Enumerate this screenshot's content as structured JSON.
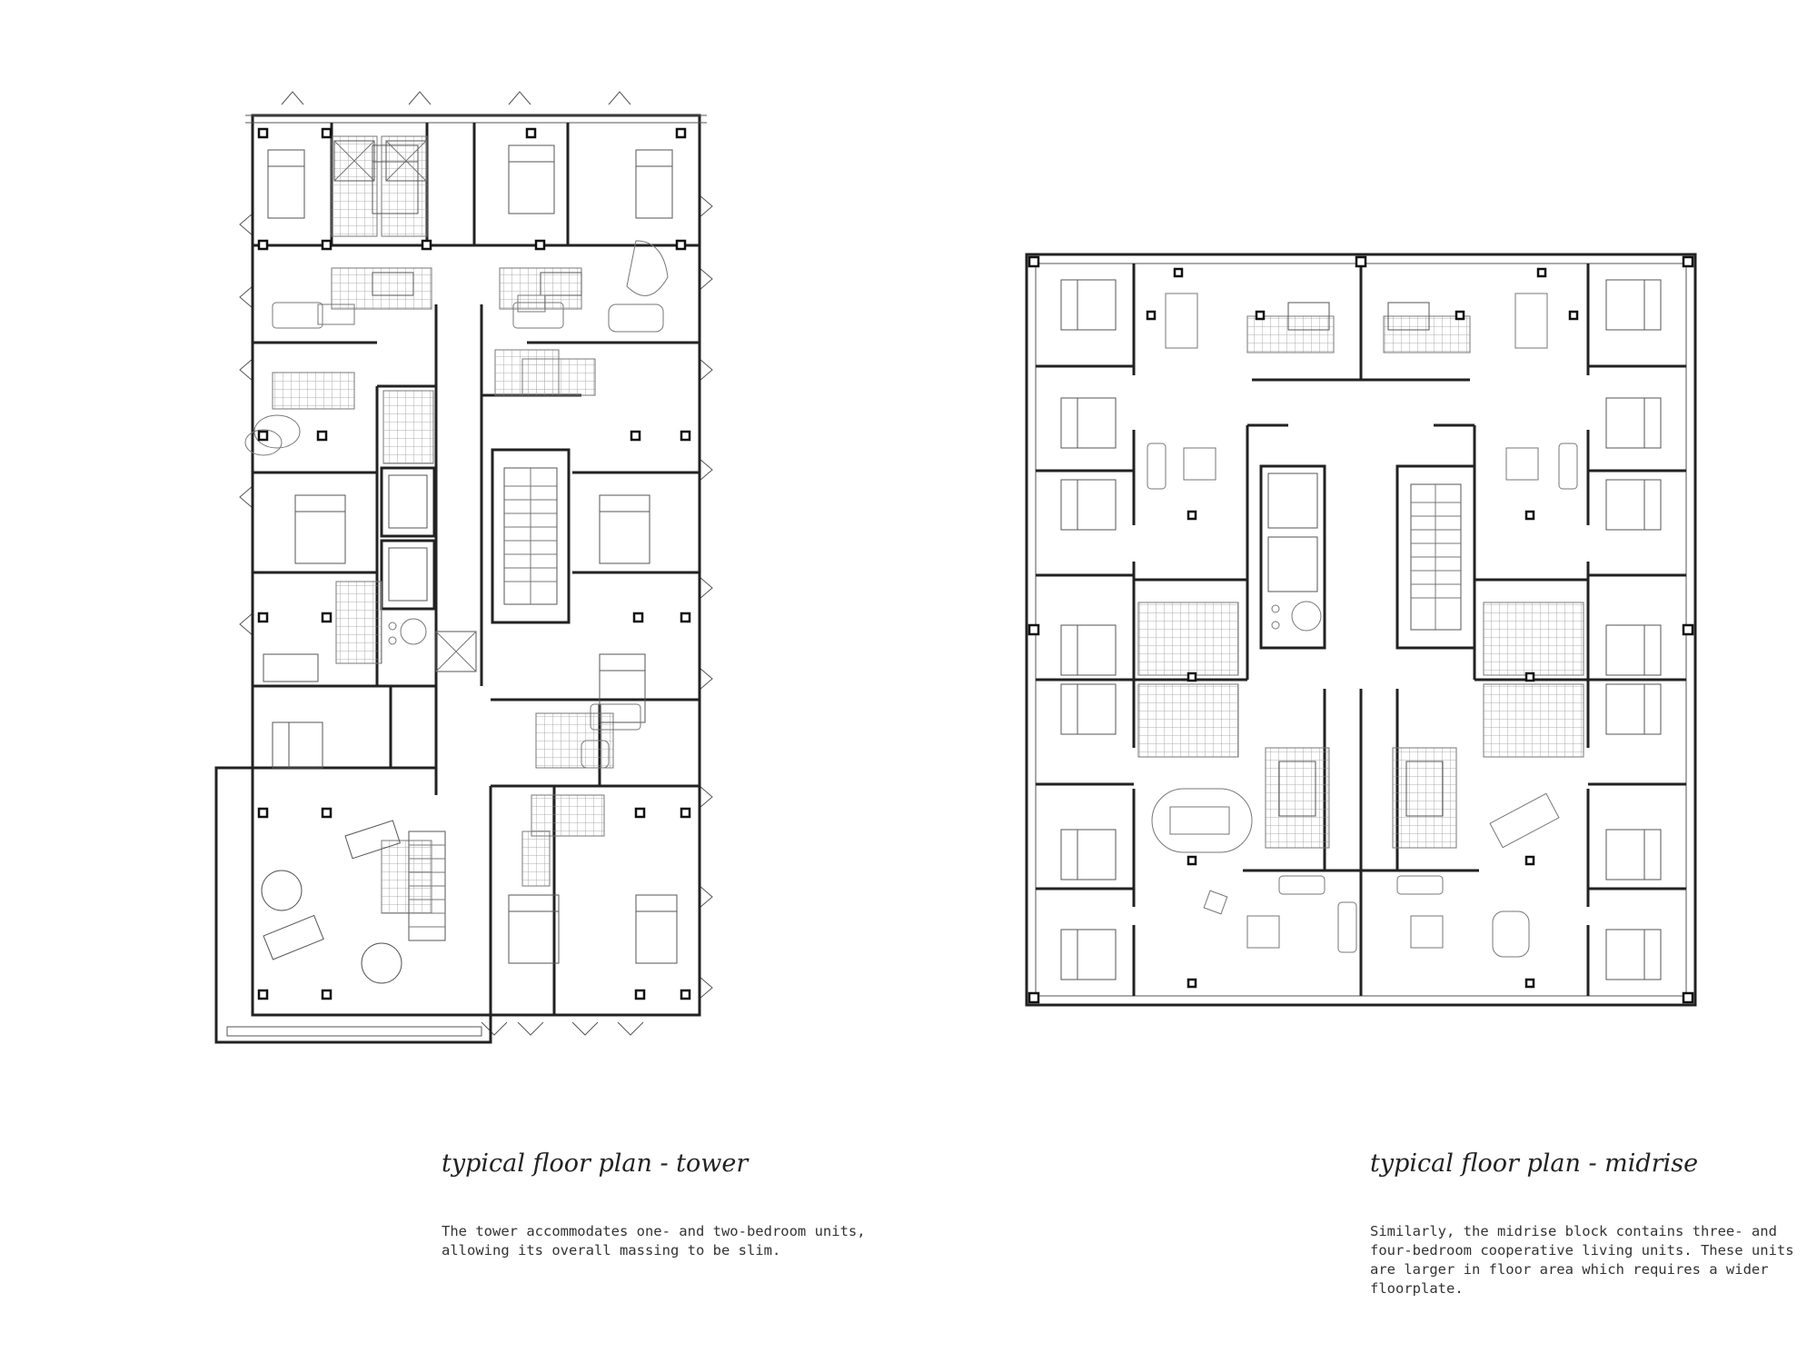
{
  "tower": {
    "title": "typical floor plan - tower",
    "description": "The tower accommodates one- and two-bedroom units, allowing its overall massing to be slim."
  },
  "midrise": {
    "title": "typical floor plan - midrise",
    "description": "Similarly, the midrise block contains three- and four-bedroom cooperative living units. These units are larger in floor area which requires a wider floorplate."
  },
  "colors": {
    "line": "#222222",
    "background": "#ffffff",
    "text": "#333333"
  }
}
